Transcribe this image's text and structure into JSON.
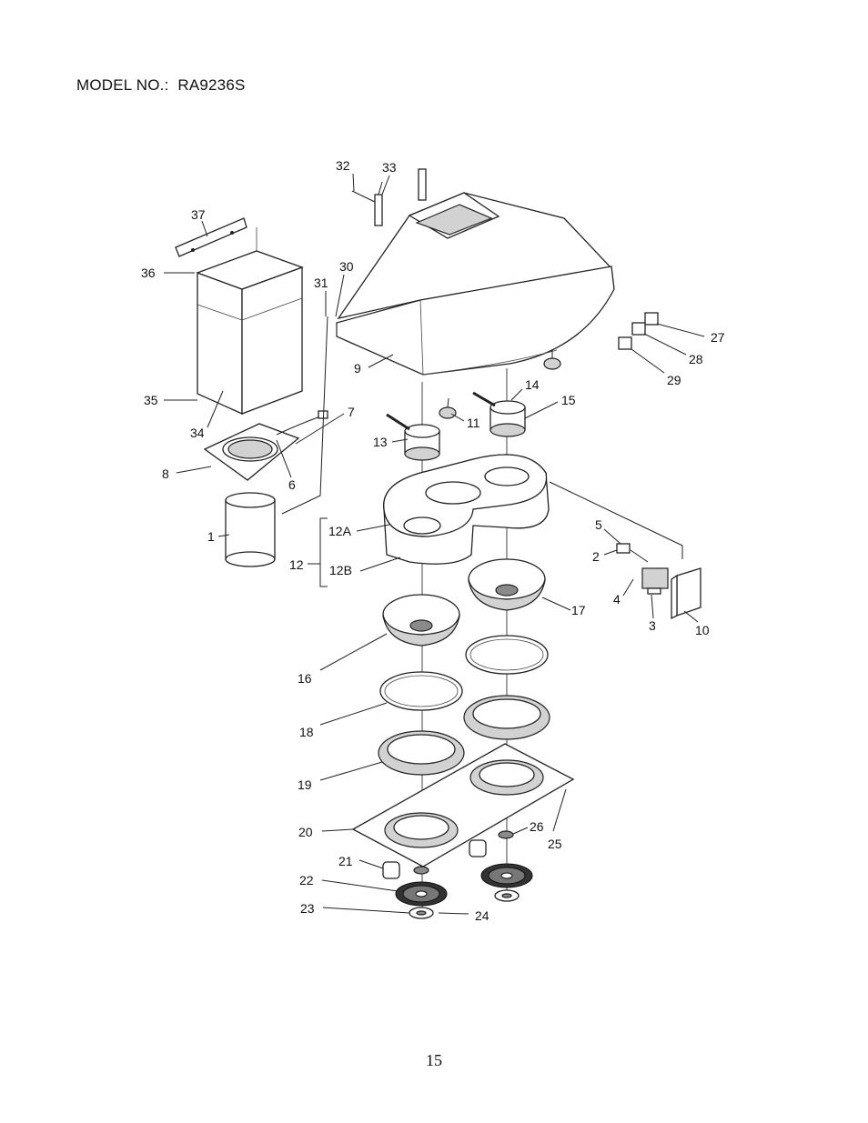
{
  "header": {
    "model_text": "MODEL NO.:  RA9236S"
  },
  "footer": {
    "page_number": "15"
  },
  "parts": {
    "p1": "1",
    "p2": "2",
    "p3": "3",
    "p4": "4",
    "p5": "5",
    "p6": "6",
    "p7": "7",
    "p8": "8",
    "p9": "9",
    "p10": "10",
    "p11": "11",
    "p12": "12",
    "p12a": "12A",
    "p12b": "12B",
    "p13": "13",
    "p14": "14",
    "p15": "15",
    "p16": "16",
    "p17": "17",
    "p18": "18",
    "p19": "19",
    "p20": "20",
    "p21": "21",
    "p22": "22",
    "p23": "23",
    "p24": "24",
    "p25": "25",
    "p26": "26",
    "p27": "27",
    "p28": "28",
    "p29": "29",
    "p30": "30",
    "p31": "31",
    "p32": "32",
    "p33": "33",
    "p34": "34",
    "p35": "35",
    "p36": "36",
    "p37": "37"
  }
}
